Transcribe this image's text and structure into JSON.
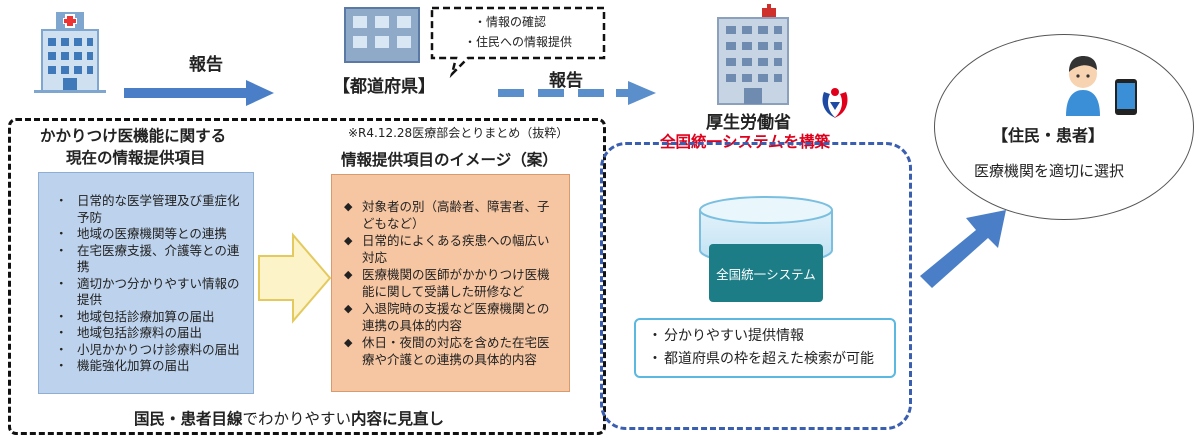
{
  "top": {
    "report_label_left": "報告",
    "prefecture_label": "【都道府県】",
    "report_label_right": "報告",
    "speech_items": [
      "・情報の確認",
      "・住民への情報提供"
    ],
    "mhlw_label": "厚生労働省",
    "system_build_label": "全国統一システムを構築"
  },
  "left_panel": {
    "title_line1": "かかりつけ医機能に関する",
    "title_line2": "現在の情報提供項目",
    "source_note": "※R4.12.28医療部会とりまとめ（抜粋）",
    "current_items": [
      "日常的な医学管理及び重症化予防",
      "地域の医療機関等との連携",
      "在宅医療支援、介護等との連携",
      "適切かつ分かりやすい情報の提供",
      "地域包括診療加算の届出",
      "地域包括診療料の届出",
      "小児かかりつけ診療料の届出",
      "機能強化加算の届出"
    ],
    "image_title": "情報提供項目のイメージ（案）",
    "image_items": [
      "対象者の別（高齢者、障害者、子どもなど）",
      "日常的によくある疾患への幅広い対応",
      "医療機関の医師がかかりつけ医機能に関して受講した研修など",
      "入退院時の支援など医療機関との連携の具体的内容",
      "休日・夜間の対応を含めた在宅医療や介護との連携の具体的内容"
    ],
    "footer_bold1": "国民・患者目線",
    "footer_normal": "で",
    "footer_text2": "わかりやすい",
    "footer_bold2": "内容に見直し"
  },
  "system": {
    "db_label": "全国統一システム",
    "features": [
      "分かりやすい提供情報",
      "都道府県の枠を超えた検索が可能"
    ]
  },
  "citizen": {
    "title": "【住民・患者】",
    "action": "医療機関を適切に選択"
  },
  "colors": {
    "arrow_blue": "#4a7fc7",
    "current_box_fill": "#bdd2ec",
    "image_box_fill": "#f6c6a2",
    "system_box_fill": "#1c7d86",
    "build_red": "#e0001b"
  }
}
